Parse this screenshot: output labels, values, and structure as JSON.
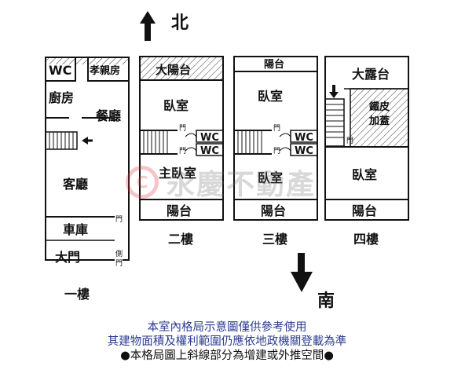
{
  "compass": {
    "north": "北",
    "south": "南"
  },
  "watermark": {
    "logo": "C",
    "text": "永慶不動產"
  },
  "floor1": {
    "caption": "一樓",
    "wc": "WC",
    "parents_room": "孝親房",
    "kitchen": "廚房",
    "dining": "餐廳",
    "living": "客廳",
    "garage": "車庫",
    "main_gate": "大門",
    "door_marker": "門",
    "side_door": "側門"
  },
  "floor2": {
    "caption": "二樓",
    "big_balcony": "大陽台",
    "bedroom": "臥室",
    "master_bedroom": "主臥室",
    "balcony": "陽台",
    "wc_a": "WC",
    "wc_b": "WC",
    "door_marker": "門"
  },
  "floor3": {
    "caption": "三樓",
    "balcony_top": "陽台",
    "bedroom_top": "臥室",
    "bedroom_bottom": "臥室",
    "balcony": "陽台",
    "wc_a": "WC",
    "wc_b": "WC",
    "door_marker": "門"
  },
  "floor4": {
    "caption": "四樓",
    "big_terrace": "大露台",
    "iron_cover_1": "鐵皮",
    "iron_cover_2": "加蓋",
    "bedroom": "臥室",
    "balcony": "陽台",
    "door_marker": "門"
  },
  "notes": {
    "line1": "本室內格局示意圖僅供參考使用",
    "line2": "其建物面積及權利範圍仍應依地政機關登載為準",
    "line3": "●本格局圖上斜線部分為增建或外推空間●"
  },
  "colors": {
    "wall": "#111111",
    "note_text": "#2a3b8f",
    "watermark_red": "#e0343b"
  }
}
